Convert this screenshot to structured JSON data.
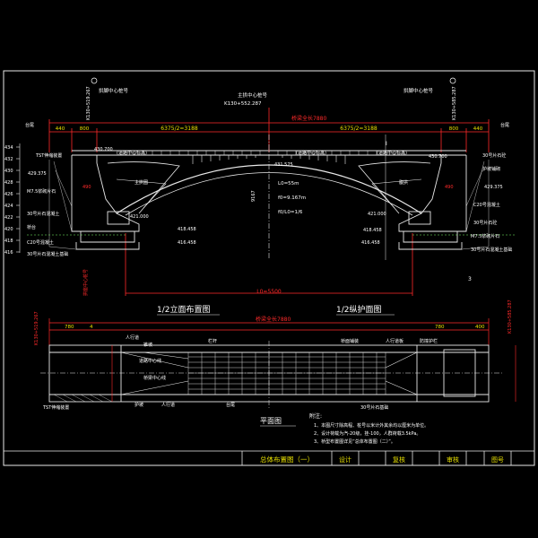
{
  "drawing": {
    "title_block": {
      "drawing_title": "总体布置图（一）",
      "design": "设计",
      "review": "复核",
      "audit": "审核",
      "sheet_no": "图号"
    },
    "elevation": {
      "title_left": "1/2立面布置图",
      "title_right": "1/2纵护面图",
      "center_stake_label": "主拱中心桩号",
      "center_stake": "K130+552.287",
      "left_stake_label": "拱脚中心桩号",
      "left_stake": "K130+519.267",
      "right_stake_label": "拱脚中心桩号",
      "right_stake": "K130+585.287",
      "total_length": "桥梁全长7880",
      "span_left": "6375/2=3188",
      "span_right": "6375/2=3188",
      "dim_440_left": "440",
      "dim_800_left": "800",
      "dim_800_right": "800",
      "dim_440_right": "440",
      "left_tag": "台尾",
      "right_tag": "台尾",
      "deck_left": "(道路中心标高)",
      "deck_right": "(道路中心标高)",
      "deck_mid": "(道路中心标高)",
      "elev_deck_left": "429.375",
      "elev_deck_right": "429.375",
      "elev_top_left": "430.700",
      "elev_top_right": "430.700",
      "elev_mid": "431.575",
      "elev_springing_left": "421.000",
      "elev_springing_right": "421.000",
      "elev_base_left": "418.458",
      "elev_base_right": "418.458",
      "elev_foot_left": "416.458",
      "elev_foot_right": "416.458",
      "rise_label": "f0/L0=1/6",
      "l0": "L0=55m",
      "f0": "f0=9.167m",
      "ratio": "f0/L0=1/6",
      "span_dim": "L0=5500",
      "rise_dim": "9167",
      "side_dim_left": "490",
      "side_dim_right": "490",
      "section_mark": "I",
      "section_mark_2": "3",
      "rib_label": "主拱圈",
      "spandrel_label": "腹拱",
      "left_notes": [
        "TST伸缩装置",
        "M7.5浆砌片石",
        "30号片石混凝土",
        "桥台",
        "C20号混凝土",
        "30号片石混凝土基础"
      ],
      "right_notes": [
        "30号片石砼",
        "护坡铺砌",
        "C20号混凝土",
        "30号片石砼",
        "M7.5浆砌片石",
        "30号片石混凝土基础"
      ],
      "axis_scale": [
        "434",
        "432",
        "430",
        "428",
        "426",
        "424",
        "422",
        "420",
        "418",
        "416"
      ],
      "left_side_note": "拱座中心桩号"
    },
    "plan": {
      "title": "平面图",
      "total": "桥梁全长7880",
      "dim_left_a": "780",
      "dim_left_b": "4",
      "dim_right_a": "780",
      "dim_right_b": "400",
      "labels_top": [
        "人行道",
        "锥坡",
        "桥面铺装",
        "人行道板",
        "栏杆",
        "防撞护栏"
      ],
      "labels_mid": [
        "道路中心线",
        "桥梁中心线"
      ],
      "labels_bot": [
        "护坡",
        "人行道",
        "台尾",
        "TST伸缩装置",
        "30号片石基础"
      ],
      "left_stake": "K130+519.267",
      "right_stake": "K130+585.287"
    },
    "notes": {
      "heading": "附注:",
      "items": [
        "1、本图尺寸除高程、桩号以米计外其余均以厘米为单位。",
        "2、设计荷载为汽-20级，挂-100，人群荷载3.5kPa。",
        "3、桥型布置图详见“总体布置图（二）”。"
      ]
    }
  }
}
